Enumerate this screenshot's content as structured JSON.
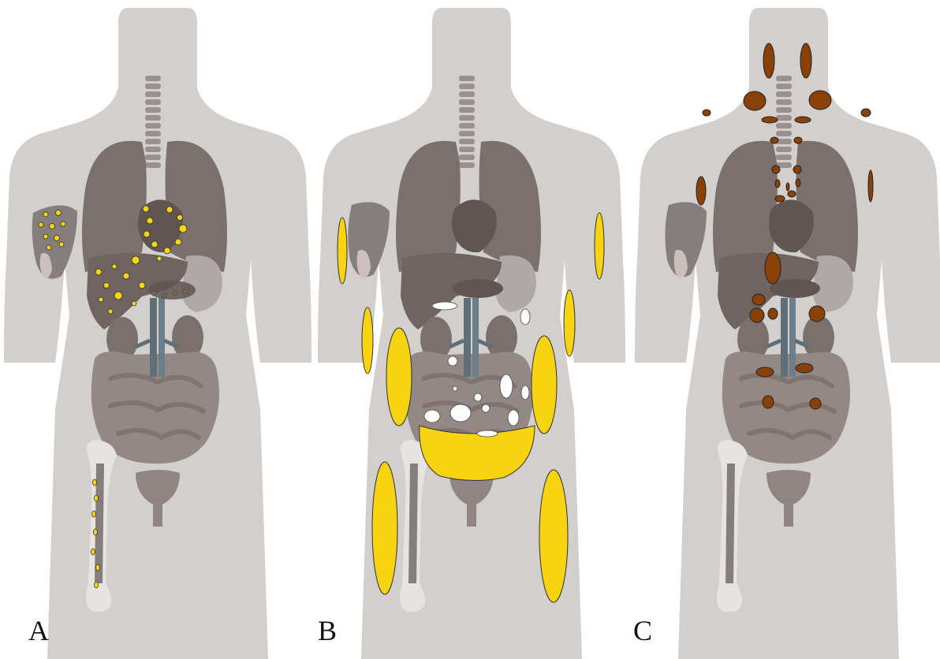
{
  "colors": {
    "background": "#ffffff",
    "body_silhouette": "#d2cfcd",
    "organ_dark": "#6f6462",
    "organ_mid": "#847a78",
    "organ_light": "#9d9391",
    "organ_pale": "#c2bdbb",
    "vessel": "#5e6f78",
    "bone": "#e6e4e3",
    "bone_core": "#867e7c",
    "yellow_lesion": "#f7d310",
    "white_lesion": "#ffffff",
    "brown_node": "#8a4107",
    "outline": "#222222"
  },
  "panels": [
    {
      "label": "A",
      "marker": "yellow-dot-deposits",
      "icon": "yellow-dot-icon"
    },
    {
      "label": "B",
      "marker": "yellow-and-white-patches",
      "icon": "yellow-patch-icon"
    },
    {
      "label": "C",
      "marker": "brown-nodes",
      "icon": "brown-node-icon"
    }
  ]
}
